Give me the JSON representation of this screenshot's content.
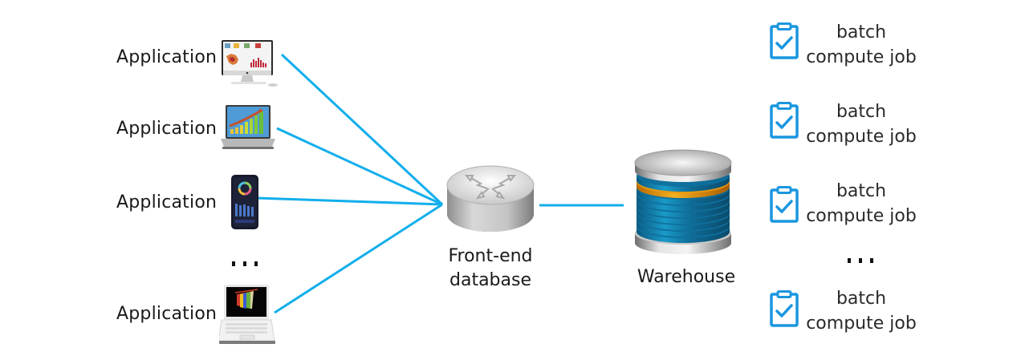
{
  "diagram": {
    "accent_color": "#12AEEB",
    "applications": [
      {
        "label": "Application",
        "device": "desktop-monitor"
      },
      {
        "label": "Application",
        "device": "laptop-growth-chart"
      },
      {
        "label": "Application",
        "device": "smartphone-dashboard"
      },
      {
        "label": "Application",
        "device": "white-laptop-3d-chart"
      }
    ],
    "applications_ellipsis": "...",
    "frontend_db": {
      "label_line1": "Front-end",
      "label_line2": "database",
      "icon": "router-database"
    },
    "warehouse": {
      "label": "Warehouse",
      "icon": "database-stack"
    },
    "jobs": [
      {
        "line1": "batch",
        "line2": "compute job",
        "icon": "clipboard-check"
      },
      {
        "line1": "batch",
        "line2": "compute job",
        "icon": "clipboard-check"
      },
      {
        "line1": "batch",
        "line2": "compute job",
        "icon": "clipboard-check"
      },
      {
        "line1": "batch",
        "line2": "compute job",
        "icon": "clipboard-check"
      }
    ],
    "jobs_ellipsis": "...",
    "connections": [
      {
        "from": "application-1",
        "to": "frontend-db"
      },
      {
        "from": "application-2",
        "to": "frontend-db"
      },
      {
        "from": "application-3",
        "to": "frontend-db"
      },
      {
        "from": "application-4",
        "to": "frontend-db"
      },
      {
        "from": "frontend-db",
        "to": "warehouse"
      }
    ]
  }
}
